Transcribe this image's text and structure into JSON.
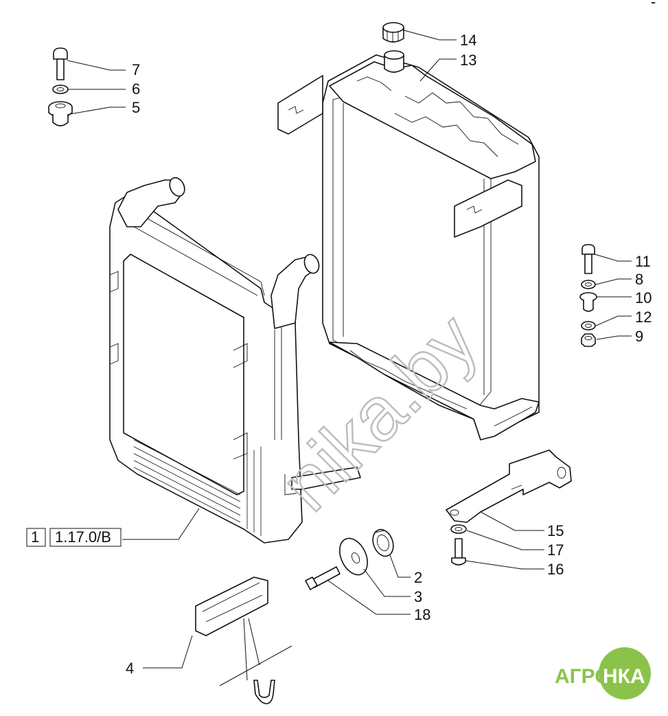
{
  "corner_mark": "-",
  "callouts": [
    {
      "id": "7",
      "label": "7"
    },
    {
      "id": "6",
      "label": "6"
    },
    {
      "id": "5",
      "label": "5"
    },
    {
      "id": "14",
      "label": "14"
    },
    {
      "id": "13",
      "label": "13"
    },
    {
      "id": "11",
      "label": "11"
    },
    {
      "id": "8",
      "label": "8"
    },
    {
      "id": "10",
      "label": "10"
    },
    {
      "id": "12",
      "label": "12"
    },
    {
      "id": "9",
      "label": "9"
    },
    {
      "id": "15",
      "label": "15"
    },
    {
      "id": "17",
      "label": "17"
    },
    {
      "id": "16",
      "label": "16"
    },
    {
      "id": "2",
      "label": "2"
    },
    {
      "id": "3",
      "label": "3"
    },
    {
      "id": "18",
      "label": "18"
    },
    {
      "id": "4",
      "label": "4"
    }
  ],
  "reference_box": {
    "index": "1",
    "code": "1.17.0/B"
  },
  "watermark": "nika.by",
  "logo": {
    "left": "АГРО",
    "right": "НКА",
    "left_color": "#8bc34a",
    "right_color": "#ffffff",
    "badge_color": "#8bc34a"
  }
}
